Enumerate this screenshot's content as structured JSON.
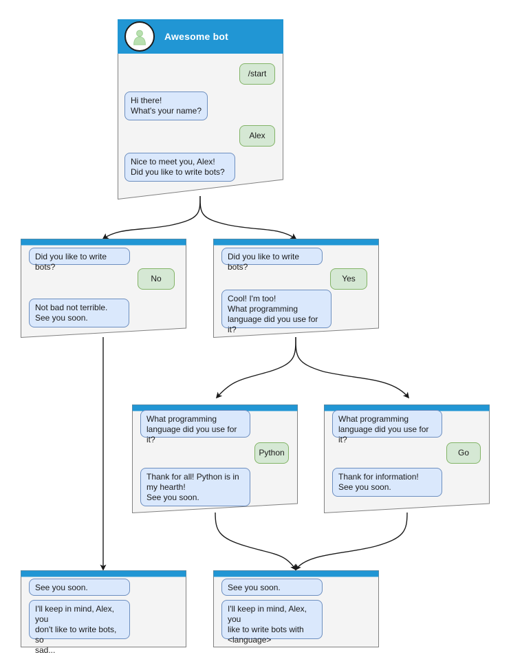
{
  "diagram": {
    "title": "Awesome bot conversation flow",
    "colors": {
      "header_blue": "#2196D4",
      "card_fill": "#F4F4F4",
      "card_stroke": "#808080",
      "bot_bubble_fill": "#DAE8FC",
      "bot_bubble_stroke": "#6C8EBF",
      "user_bubble_fill": "#D5E8D4",
      "user_bubble_stroke": "#82B366",
      "avatar_glyph": "#B9E0B0",
      "connector": "#1A1A1A",
      "background": "#FFFFFF"
    }
  },
  "root": {
    "title": "Awesome bot",
    "avatar_icon": "user-avatar-icon",
    "messages": [
      {
        "side": "user",
        "text": "/start"
      },
      {
        "side": "bot",
        "text": "Hi there!\nWhat's your name?"
      },
      {
        "side": "user",
        "text": "Alex"
      },
      {
        "side": "bot",
        "text": "Nice to meet you, Alex!\nDid you like to write bots?"
      }
    ]
  },
  "branch_no": {
    "messages": [
      {
        "side": "bot",
        "text": "Did you like to write bots?"
      },
      {
        "side": "user",
        "text": "No"
      },
      {
        "side": "bot",
        "text": "Not bad not terrible.\nSee you soon."
      }
    ]
  },
  "branch_yes": {
    "messages": [
      {
        "side": "bot",
        "text": "Did you like to write bots?"
      },
      {
        "side": "user",
        "text": "Yes"
      },
      {
        "side": "bot",
        "text": "Cool! I'm too!\nWhat programming\nlanguage did you use for it?"
      }
    ]
  },
  "branch_python": {
    "messages": [
      {
        "side": "bot",
        "text": "What programming\nlanguage did you use for it?"
      },
      {
        "side": "user",
        "text": "Python"
      },
      {
        "side": "bot",
        "text": "Thank for all! Python is in\nmy hearth!\nSee you soon."
      }
    ]
  },
  "branch_go": {
    "messages": [
      {
        "side": "bot",
        "text": "What programming\nlanguage did you use for it?"
      },
      {
        "side": "user",
        "text": "Go"
      },
      {
        "side": "bot",
        "text": "Thank for information!\nSee you soon."
      }
    ]
  },
  "end_sad": {
    "messages": [
      {
        "side": "bot",
        "text": "See you soon."
      },
      {
        "side": "bot",
        "text": "I'll keep in mind, Alex, you\ndon't like to write bots, so\nsad..."
      }
    ]
  },
  "end_happy": {
    "messages": [
      {
        "side": "bot",
        "text": "See you soon."
      },
      {
        "side": "bot",
        "text": "I'll keep in mind, Alex, you\nlike to write bots with\n<language>"
      }
    ]
  }
}
